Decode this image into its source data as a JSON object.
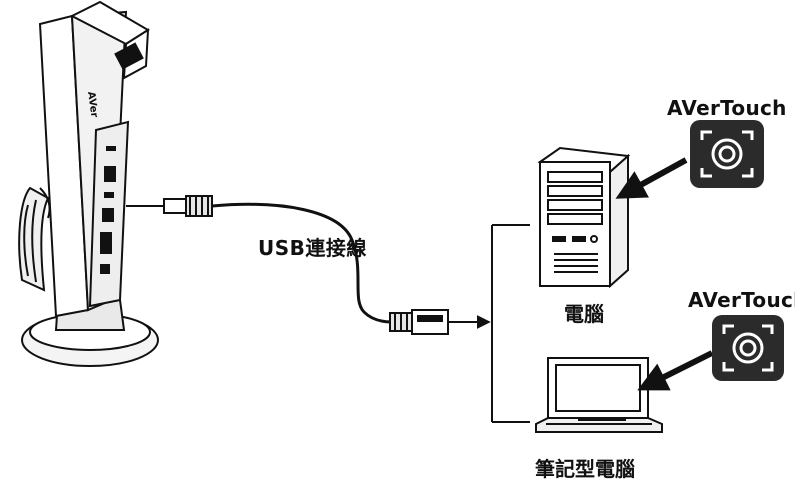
{
  "labels": {
    "cable": "USB連接線",
    "app_top": "AVerTouch",
    "app_bottom": "AVerTouch",
    "desktop": "電腦",
    "notebook": "筆記型電腦"
  },
  "camera": {
    "logo_text": "AVer"
  },
  "icons": {
    "camera_device": "document-camera-icon",
    "usb_mini": "usb-mini-connector-icon",
    "usb_a": "usb-a-connector-icon",
    "desktop": "desktop-tower-icon",
    "notebook": "laptop-icon",
    "app": "avertouch-app-icon",
    "arrow": "pointer-arrow-icon"
  },
  "colors": {
    "stroke": "#111111",
    "app_icon_bg": "#2b2b2b",
    "background": "#ffffff"
  }
}
